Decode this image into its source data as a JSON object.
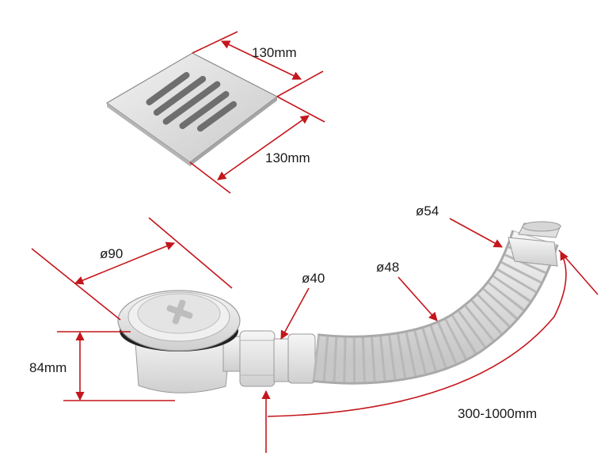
{
  "colors": {
    "dimension_line": "#c4161c",
    "plastic": "#e6e6e6",
    "metal": "#d9d9d9",
    "text": "#1a1a1a"
  },
  "dimensions": {
    "grate_width": "130mm",
    "grate_depth": "130mm",
    "waste_diameter": "ø90",
    "outlet_diameter": "ø40",
    "hose_diameter": "ø48",
    "hose_end_diameter": "ø54",
    "body_height": "84mm",
    "hose_length": "300-1000mm"
  }
}
